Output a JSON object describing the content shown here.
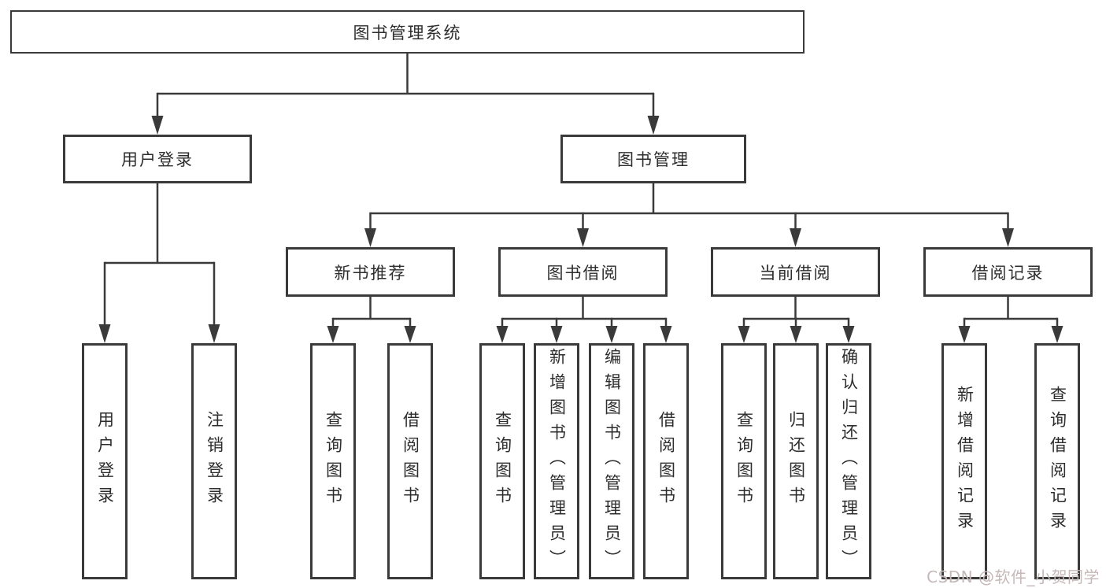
{
  "diagram": {
    "root": {
      "label": "图书管理系统"
    },
    "branches": {
      "user_login": {
        "label": "用户登录",
        "children": {
          "login": {
            "label": "用户登录"
          },
          "logout": {
            "label": "注销登录"
          }
        }
      },
      "book_management": {
        "label": "图书管理",
        "children": {
          "new_book_recommend": {
            "label": "新书推荐",
            "children": {
              "query_books": {
                "label": "查询图书"
              },
              "borrow_books": {
                "label": "借阅图书"
              }
            }
          },
          "book_borrow": {
            "label": "图书借阅",
            "children": {
              "query_books": {
                "label": "查询图书"
              },
              "add_books": {
                "label": "新增图书（管理员）"
              },
              "edit_books": {
                "label": "编辑图书（管理员）"
              },
              "borrow_books": {
                "label": "借阅图书"
              }
            }
          },
          "current_borrow": {
            "label": "当前借阅",
            "children": {
              "query_books": {
                "label": "查询图书"
              },
              "return_books": {
                "label": "归还图书"
              },
              "confirm_return": {
                "label": "确认归还（管理员）"
              }
            }
          },
          "borrow_records": {
            "label": "借阅记录",
            "children": {
              "add_record": {
                "label": "新增借阅记录"
              },
              "query_record": {
                "label": "查询借阅记录"
              }
            }
          }
        }
      }
    }
  },
  "watermark": {
    "text": "CSDN @软件_小贺同学"
  },
  "colors": {
    "line": "#3a3a3a",
    "text": "#2d2d2d",
    "box-bg": "#ffffff",
    "watermark": "#c6b8b8",
    "page-bg": "#ffffff"
  }
}
